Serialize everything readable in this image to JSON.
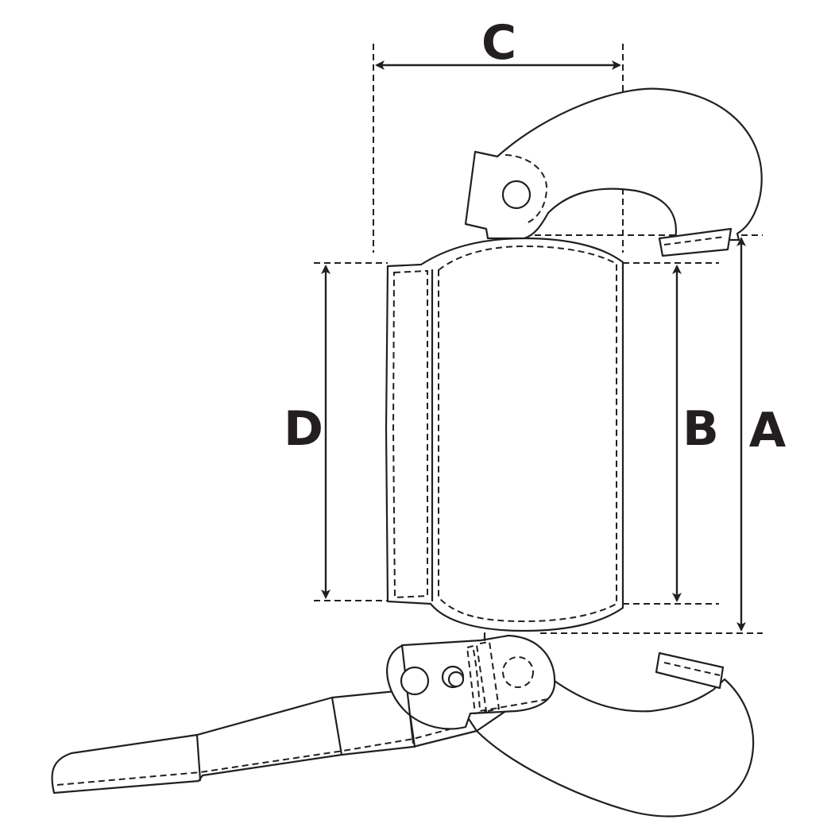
{
  "diagram": {
    "labels": {
      "a": "A",
      "b": "B",
      "c": "C",
      "d": "D"
    },
    "colors": {
      "ink": "#231f20",
      "background": "#ffffff"
    }
  }
}
